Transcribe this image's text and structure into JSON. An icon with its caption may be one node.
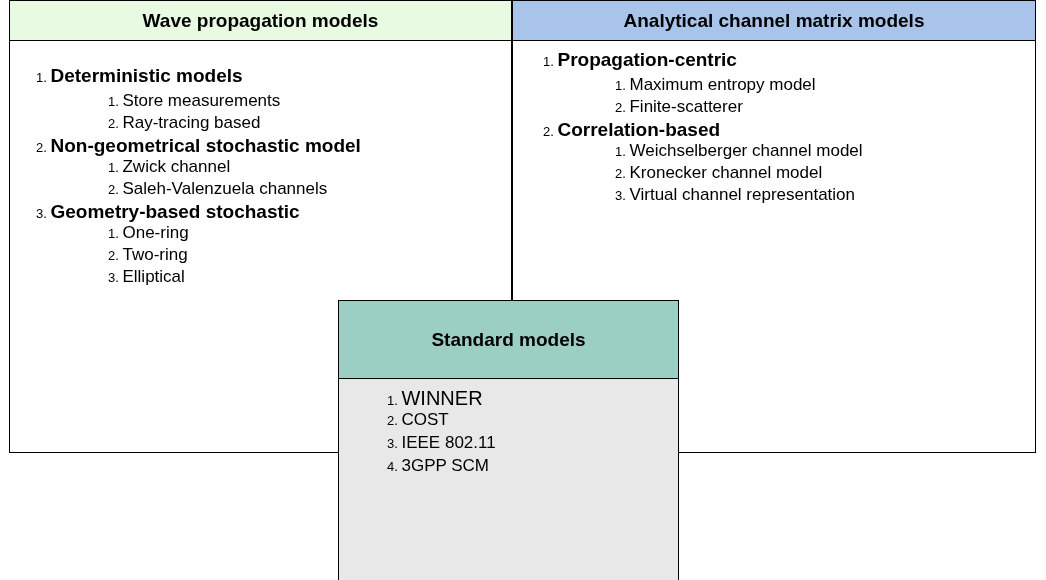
{
  "diagram": {
    "nodes": [
      {
        "text": [
          "Wave propagation models",
          "1. Deterministic models",
          "1. Store measurements",
          "2. Ray-tracing based",
          "2. Non-geometrical stochastic model",
          "1. Zwick channel",
          "2. Saleh-Valenzuela channels",
          "3. Geometry-based stochastic",
          "1. One-ring",
          "2. Two-ring",
          "3. Elliptical"
        ]
      },
      {
        "text": [
          "Analytical channel matrix models",
          "1. Propagation-centric",
          "1. Maximum entropy model",
          "2. Finite-scatterer",
          "2. Correlation-based",
          "1. Weichselberger channel model",
          "2. Kronecker channel model",
          "3. Virtual channel representation"
        ]
      },
      {
        "text": [
          "Standard models",
          "1. WINNER",
          "2. COST",
          "3. IEEE 802.11",
          "4. 3GPP SCM"
        ]
      }
    ],
    "edges": []
  }
}
